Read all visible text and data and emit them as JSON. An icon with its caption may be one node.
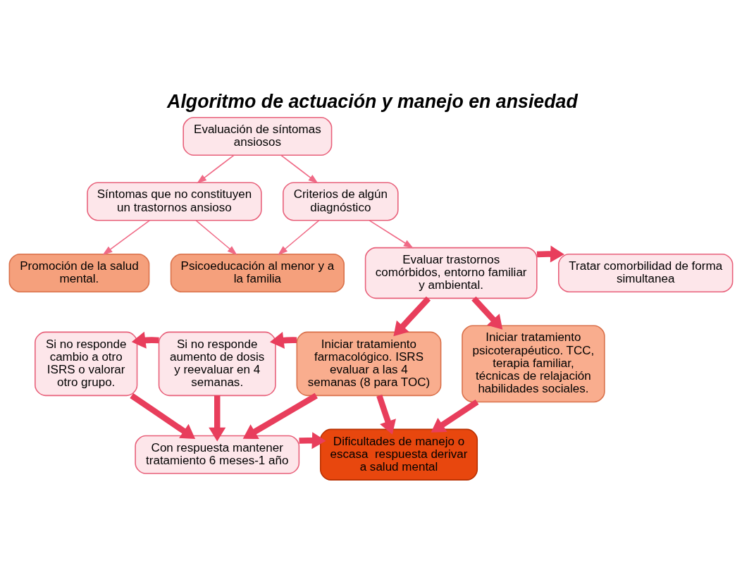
{
  "diagram": {
    "title": "Algoritmo de actuación y manejo en ansiedad",
    "nodes": [
      {
        "text": [
          "Evaluación de síntomas  ansiosos"
        ]
      },
      {
        "text": [
          "Síntomas que no constituyen un trastornos ansioso"
        ]
      },
      {
        "text": [
          "Criterios de algún diagnóstico"
        ]
      },
      {
        "text": [
          "Promoción de la salud mental."
        ]
      },
      {
        "text": [
          "Psicoeducación al menor y a la familia"
        ]
      },
      {
        "text": [
          "Evaluar trastornos comórbidos, entorno familiar y ambiental."
        ]
      },
      {
        "text": [
          "Tratar comorbilidad de forma simultanea"
        ]
      },
      {
        "text": [
          "Si no responde cambio a otro ISRS o valorar otro grupo."
        ]
      },
      {
        "text": [
          "Si no responde aumento de dosis y reevaluar en 4 semanas."
        ]
      },
      {
        "text": [
          "Iniciar tratamiento farmacológico. ISRS evaluar a las 4 semanas (8 para TOC)"
        ]
      },
      {
        "text": [
          "Iniciar tratamiento psicoterapéutico. TCC, terapia familiar, técnicas de relajación habilidades sociales."
        ]
      },
      {
        "text": [
          "Con respuesta mantener tratamiento 6 meses-1 año"
        ]
      },
      {
        "text": [
          "Dificultades de manejo o escasa  respuesta derivar a salud mental"
        ]
      }
    ],
    "edges": [
      {
        "from": 0,
        "to": 1,
        "arrow": "to",
        "color": "#f06a86"
      },
      {
        "from": 0,
        "to": 2,
        "arrow": "to",
        "color": "#f06a86"
      },
      {
        "from": 1,
        "to": 3,
        "arrow": "to",
        "color": "#f06a86"
      },
      {
        "from": 1,
        "to": 4,
        "arrow": "to",
        "color": "#f06a86"
      },
      {
        "from": 2,
        "to": 4,
        "arrow": "to",
        "color": "#f06a86"
      },
      {
        "from": 2,
        "to": 5,
        "arrow": "to",
        "color": "#f06a86"
      },
      {
        "from": 5,
        "to": 6,
        "arrow": "to"
      },
      {
        "from": 5,
        "to": 9,
        "arrow": "to"
      },
      {
        "from": 5,
        "to": 10,
        "arrow": "to"
      },
      {
        "from": 9,
        "to": 8,
        "arrow": "to"
      },
      {
        "from": 8,
        "to": 7,
        "arrow": "to"
      },
      {
        "from": 7,
        "to": 11,
        "arrow": "to"
      },
      {
        "from": 8,
        "to": 11,
        "arrow": "to"
      },
      {
        "from": 9,
        "to": 11,
        "arrow": "to"
      },
      {
        "from": 9,
        "to": 12,
        "arrow": "to"
      },
      {
        "from": 10,
        "to": 12,
        "arrow": "to"
      },
      {
        "from": 11,
        "to": 12,
        "arrow": "to"
      }
    ]
  }
}
